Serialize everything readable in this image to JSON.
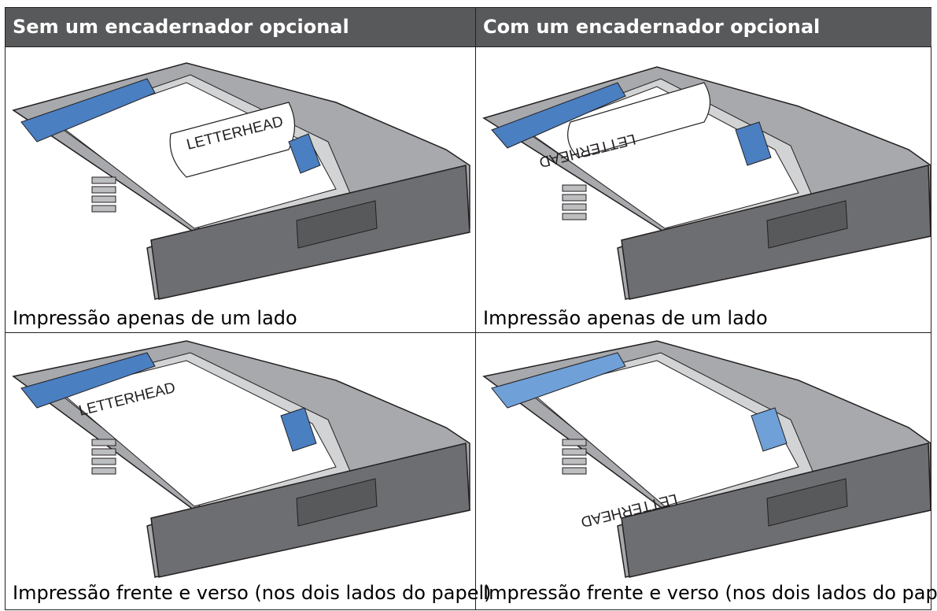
{
  "table": {
    "header_left": "Sem um encadernador opcional",
    "header_right": "Com um encadernador opcional"
  },
  "cells": [
    {
      "caption": "Impressão apenas de um lado",
      "paper_label": "LETTERHEAD",
      "variant": "curl-left"
    },
    {
      "caption": "Impressão apenas de um lado",
      "paper_label": "LETTERHEAD",
      "variant": "curl-right-upsidedown"
    },
    {
      "caption": "Impressão frente e verso (nos dois lados do papel)",
      "paper_label": "LETTERHEAD",
      "variant": "flat-top"
    },
    {
      "caption": "Impressão frente e verso (nos dois lados do papel)",
      "paper_label": "LETTERHEAD",
      "variant": "flat-bottom-upsidedown"
    }
  ],
  "colors": {
    "header_bg": "#58595b",
    "tray_gray": "#a7a9ac",
    "tray_dark": "#6d6e71",
    "guide_blue": "#4a7fc1"
  }
}
